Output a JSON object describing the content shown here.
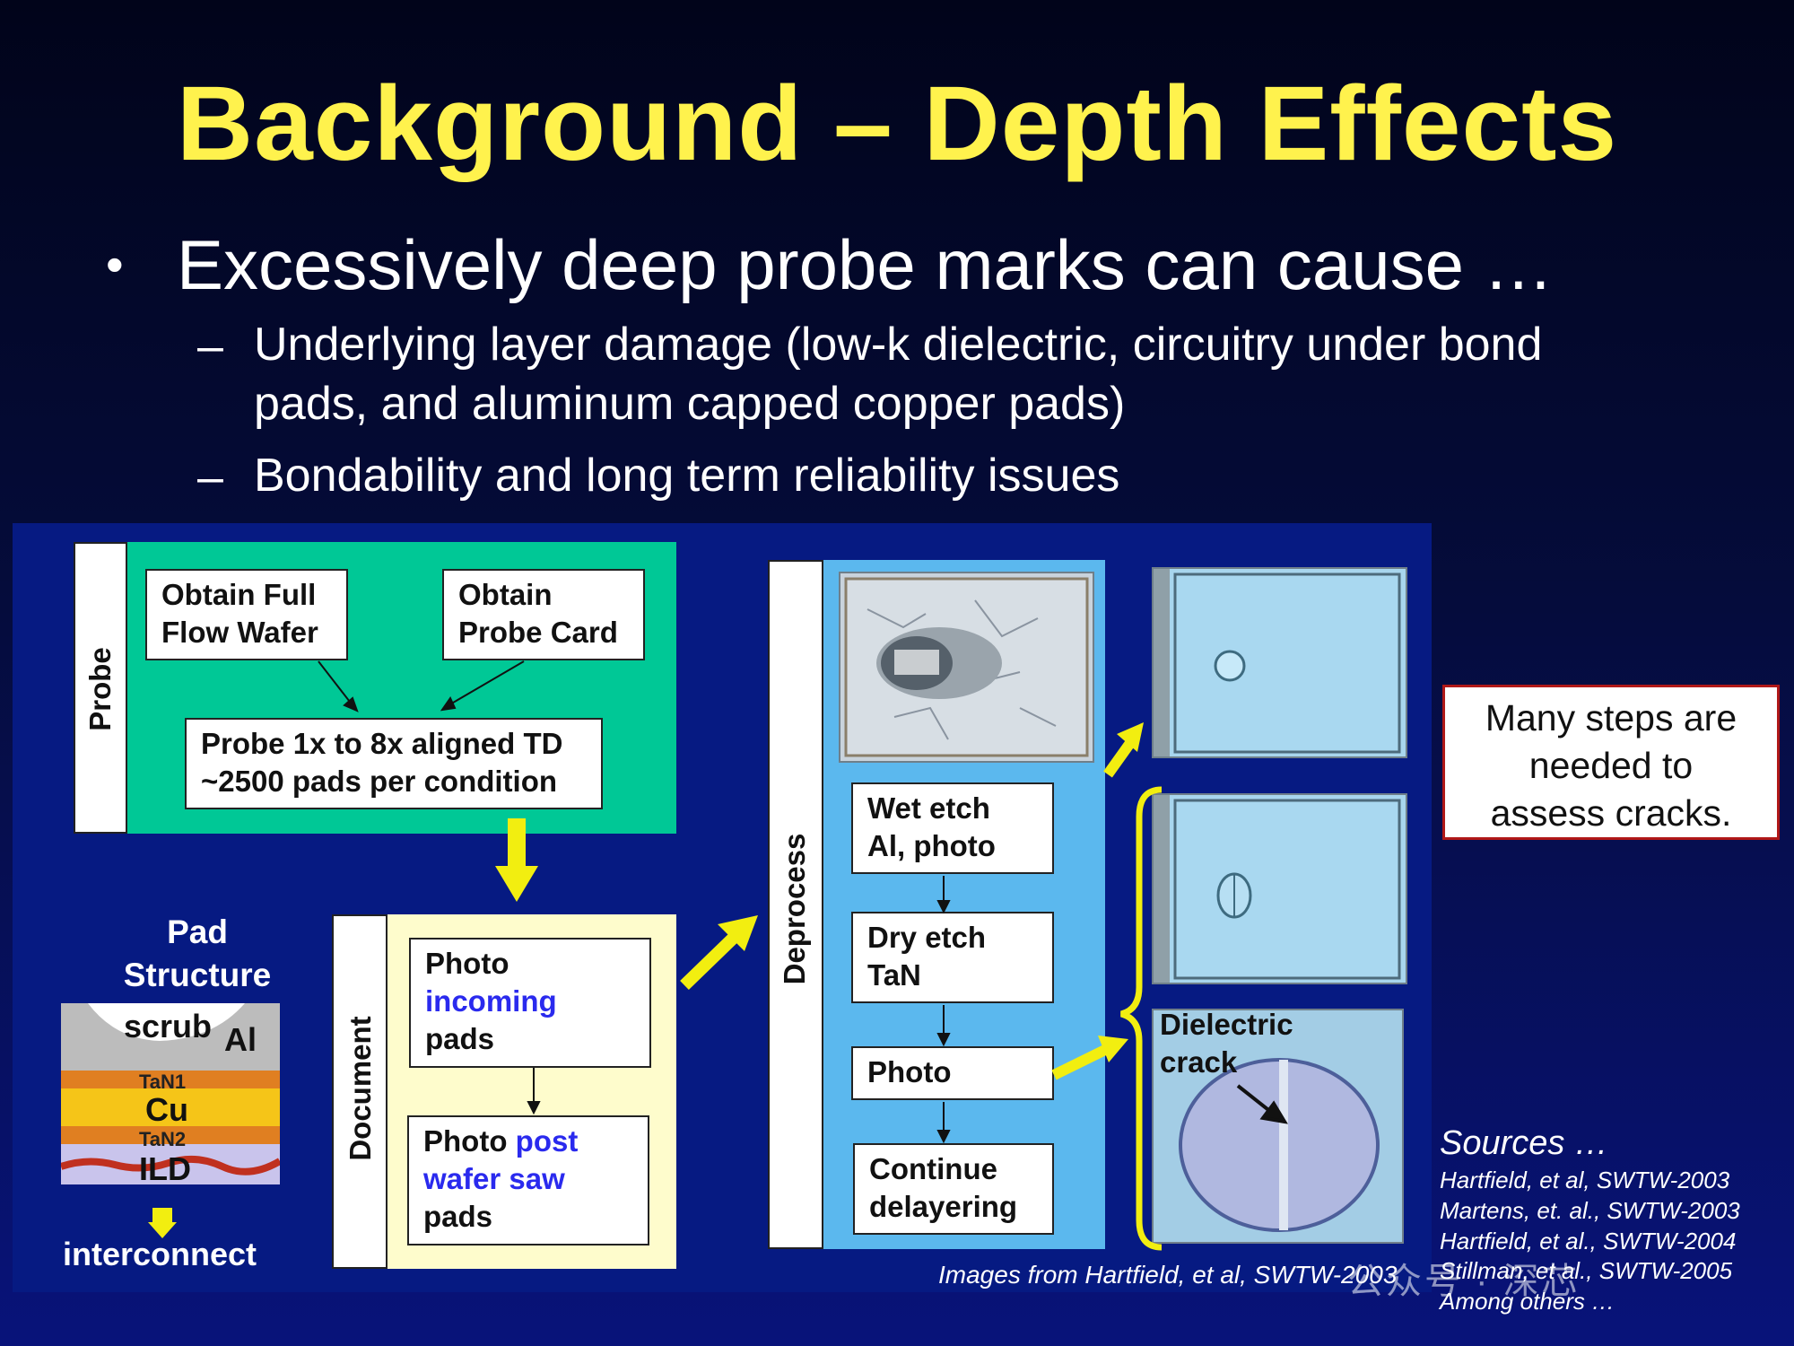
{
  "title": "Background – Depth Effects",
  "bullet": {
    "marker": "•",
    "text": "Excessively deep probe marks can cause …",
    "subs": [
      {
        "marker": "–",
        "line1": "Underlying layer damage (low-k dielectric, circuitry under bond",
        "line2": "pads, and aluminum capped copper pads)"
      },
      {
        "marker": "–",
        "line1": "Bondability and long term reliability issues"
      }
    ]
  },
  "diagram": {
    "probe": {
      "label": "Probe",
      "color": "#00c896",
      "wafer": {
        "line1": "Obtain Full",
        "line2": "Flow Wafer"
      },
      "card": {
        "line1": "Obtain",
        "line2": "Probe Card"
      },
      "probe_step": {
        "line1": "Probe 1x to 8x aligned TD",
        "line2": "~2500 pads per condition"
      }
    },
    "pad_structure": {
      "title_line1": "Pad",
      "title_line2": "Structure",
      "scrub": "scrub",
      "al": "Al",
      "tan1": "TaN1",
      "cu": "Cu",
      "tan2": "TaN2",
      "ild": "ILD",
      "interconnect": "interconnect"
    },
    "document": {
      "label": "Document",
      "color": "#fefccc",
      "step1": {
        "a": "Photo",
        "b": "incoming",
        "c": "pads"
      },
      "step2": {
        "a": "Photo",
        "b": "post",
        "c": "wafer saw",
        "d": "pads"
      }
    },
    "deprocess": {
      "label": "Deprocess",
      "color": "#5bb8ee",
      "steps": [
        {
          "line1": "Wet etch",
          "line2": "Al, photo"
        },
        {
          "line1": "Dry etch",
          "line2": "TaN"
        },
        {
          "line1": "Photo"
        },
        {
          "line1": "Continue",
          "line2": "delayering"
        }
      ]
    },
    "crack_label": {
      "line1": "Dielectric",
      "line2": "crack"
    },
    "arrow_color": "#f2ee10"
  },
  "note": {
    "line1": "Many steps are",
    "line2": "needed to",
    "line3": "assess cracks."
  },
  "sources": {
    "title": "Sources …",
    "items": [
      "Hartfield, et al, SWTW-2003",
      "Martens, et. al., SWTW-2003",
      "Hartfield, et al., SWTW-2004",
      "Stillman, et al., SWTW-2005",
      "Among others …"
    ]
  },
  "image_credit": "Images from Hartfield, et al, SWTW-2003",
  "watermark": "公众号 · 深芯"
}
